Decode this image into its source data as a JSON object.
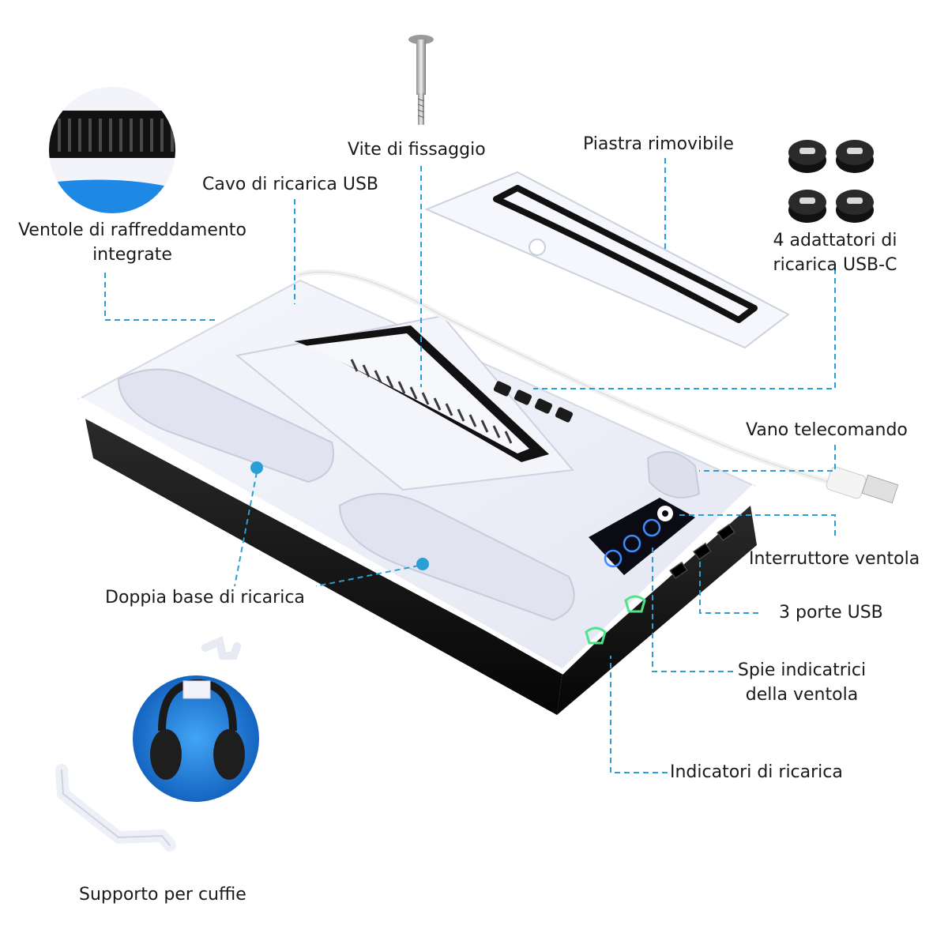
{
  "labels": {
    "screw": "Vite di fissaggio",
    "plate": "Piastra rimovibile",
    "usb_cable": "Cavo di ricarica USB",
    "fans_line1": "Ventole di raffreddamento",
    "fans_line2": "integrate",
    "adapters_line1": "4 adattatori di",
    "adapters_line2": "ricarica USB-C",
    "remote_bay": "Vano telecomando",
    "fan_switch": "Interruttore ventola",
    "dual_base": "Doppia base di ricarica",
    "usb_ports": "3 porte USB",
    "fan_leds_line1": "Spie indicatrici",
    "fan_leds_line2": "della ventola",
    "charge_indicators": "Indicatori di ricarica",
    "headset_holder": "Supporto per cuffie"
  },
  "colors": {
    "callout": "#2a9fd6",
    "base_white": "#f1f3fb",
    "base_black": "#121212",
    "accent_blue": "#1e88e5",
    "led_green": "#4fe38a"
  }
}
